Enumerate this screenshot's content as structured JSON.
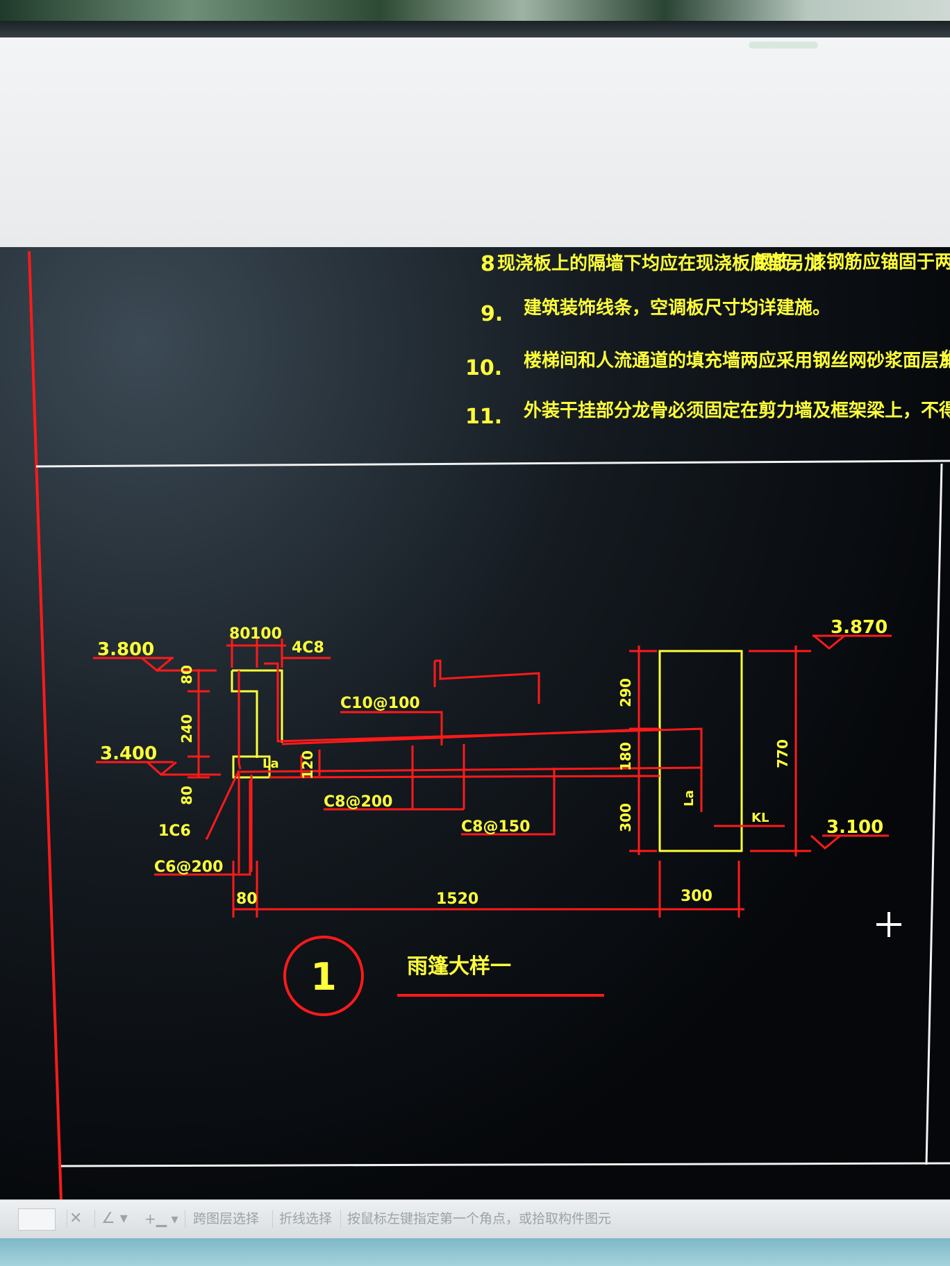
{
  "notes": [
    {
      "num": "8",
      "text": "现浇板上的隔墙下均应在现浇板底部另加",
      "text2": "钢筋，该钢筋应锚固于两端梁或柱内"
    },
    {
      "num": "9.",
      "text": "建筑装饰线条，空调板尺寸均详建施。"
    },
    {
      "num": "10.",
      "text": "楼梯间和人流通道的填充墙两应采用钢丝网砂浆面层加强，详见总说明",
      "tail": "细"
    },
    {
      "num": "11.",
      "text": "外装干挂部分龙骨必须固定在剪力墙及框架梁上，不得固定在砌体填充墙上。"
    }
  ],
  "drawing": {
    "elev_left_top": "3.800",
    "elev_left_bottom": "3.400",
    "elev_right_top": "3.870",
    "elev_right_bottom": "3.100",
    "dim_80_top": "80",
    "dim_100_top": "100",
    "rebar_4c8": "4C8",
    "dim_80_v1": "80",
    "dim_240": "240",
    "dim_80_v2": "80",
    "rebar_c10": "C10@100",
    "la_label_1": "La",
    "dim_120": "120",
    "rebar_c8_200": "C8@200",
    "rebar_c8_150": "C8@150",
    "rebar_1c6": "1C6",
    "rebar_c6_200": "C6@200",
    "dim_290": "290",
    "dim_180": "180",
    "dim_300_v": "300",
    "dim_770": "770",
    "la_label_2": "La",
    "kl_label": "KL",
    "dim_80_bottom": "80",
    "dim_1520": "1520",
    "dim_300_bottom": "300",
    "detail_number": "1",
    "detail_title": "雨篷大样一"
  },
  "status": {
    "cross_layer": "跨图层选择",
    "polyline": "折线选择",
    "prompt": "按鼠标左键指定第一个角点，或拾取构件图元"
  },
  "colors": {
    "red": "#ff1a1a",
    "yellow": "#ffff3a",
    "white": "#f2f2f2"
  }
}
